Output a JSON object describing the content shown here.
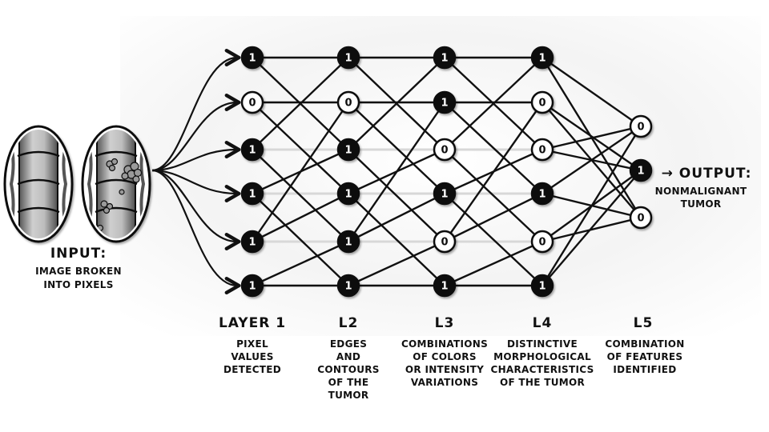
{
  "input": {
    "title": "INPUT:",
    "desc_lines": [
      "IMAGE BROKEN",
      "INTO PIXELS"
    ]
  },
  "output": {
    "title": "→ OUTPUT:",
    "desc_lines": [
      "NONMALIGNANT",
      "TUMOR"
    ]
  },
  "layers": [
    {
      "name": "LAYER 1",
      "desc_lines": [
        "PIXEL",
        "VALUES",
        "DETECTED"
      ],
      "nodes": [
        "1",
        "0",
        "1",
        "1",
        "1",
        "1"
      ]
    },
    {
      "name": "L2",
      "desc_lines": [
        "EDGES",
        "AND",
        "CONTOURS",
        "OF THE",
        "TUMOR"
      ],
      "nodes": [
        "1",
        "0",
        "1",
        "1",
        "1",
        "1"
      ]
    },
    {
      "name": "L3",
      "desc_lines": [
        "COMBINATIONS",
        "OF COLORS",
        "OR INTENSITY",
        "VARIATIONS"
      ],
      "nodes": [
        "1",
        "1",
        "0",
        "1",
        "0",
        "1"
      ]
    },
    {
      "name": "L4",
      "desc_lines": [
        "DISTINCTIVE",
        "MORPHOLOGICAL",
        "CHARACTERISTICS",
        "OF THE TUMOR"
      ],
      "nodes": [
        "1",
        "0",
        "0",
        "1",
        "0",
        "1"
      ]
    },
    {
      "name": "L5",
      "desc_lines": [
        "COMBINATION",
        "OF FEATURES",
        "IDENTIFIED"
      ],
      "nodes": [
        "0",
        "1",
        "0"
      ]
    }
  ],
  "colors": {
    "active_node": "#111111",
    "inactive_node": "#ffffff",
    "stroke": "#111111",
    "tissue_dark": "#6a6a6a",
    "tissue_light": "#b5b5b5"
  }
}
